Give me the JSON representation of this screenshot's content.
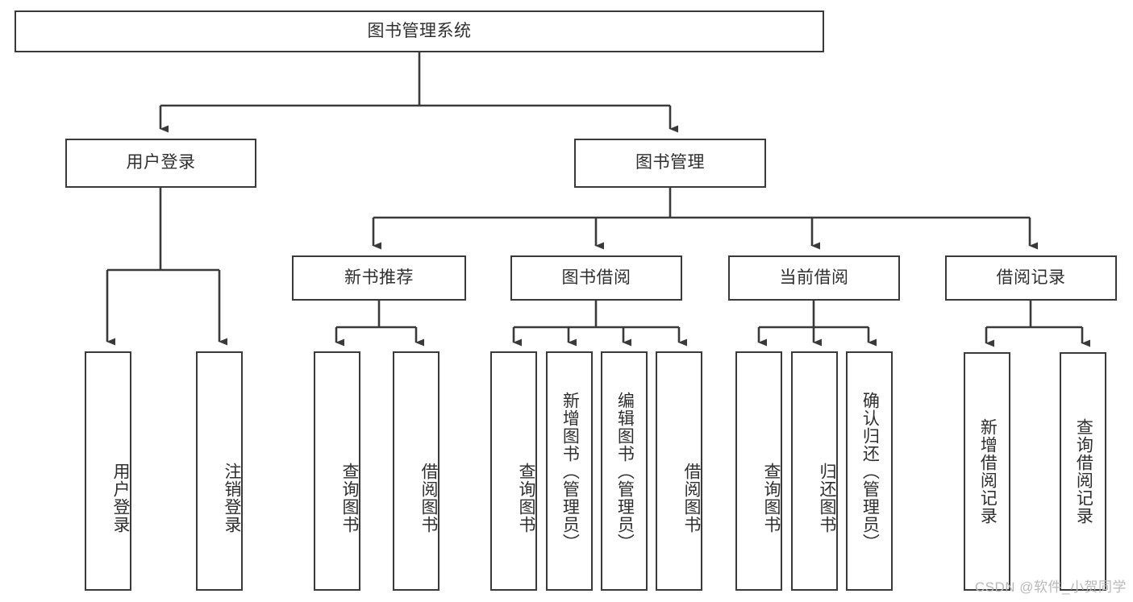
{
  "diagram": {
    "type": "tree-hierarchy-chart",
    "title_node": {
      "label": "图书管理系统"
    },
    "level2": [
      {
        "id": "user-login",
        "label": "用户登录"
      },
      {
        "id": "book-management",
        "label": "图书管理"
      }
    ],
    "level3": [
      {
        "id": "new-book-recommend",
        "label": "新书推荐",
        "parent": "book-management"
      },
      {
        "id": "book-borrow",
        "label": "图书借阅",
        "parent": "book-management"
      },
      {
        "id": "current-borrow",
        "label": "当前借阅",
        "parent": "book-management"
      },
      {
        "id": "borrow-record",
        "label": "借阅记录",
        "parent": "book-management"
      }
    ],
    "leaves": [
      {
        "id": "leaf-user-login",
        "label": "用户登录",
        "parent": "user-login"
      },
      {
        "id": "leaf-logout-login",
        "label": "注销登录",
        "parent": "user-login"
      },
      {
        "id": "leaf-query-book-1",
        "label": "查询图书",
        "parent": "new-book-recommend"
      },
      {
        "id": "leaf-borrow-book-1",
        "label": "借阅图书",
        "parent": "new-book-recommend"
      },
      {
        "id": "leaf-query-book-2",
        "label": "查询图书",
        "parent": "book-borrow"
      },
      {
        "id": "leaf-add-book",
        "label": "新增图书（管理员）",
        "parent": "book-borrow"
      },
      {
        "id": "leaf-edit-book",
        "label": "编辑图书（管理员）",
        "parent": "book-borrow"
      },
      {
        "id": "leaf-borrow-book-2",
        "label": "借阅图书",
        "parent": "book-borrow"
      },
      {
        "id": "leaf-query-book-3",
        "label": "查询图书",
        "parent": "current-borrow"
      },
      {
        "id": "leaf-return-book",
        "label": "归还图书",
        "parent": "current-borrow"
      },
      {
        "id": "leaf-confirm-return",
        "label": "确认归还（管理员）",
        "parent": "current-borrow"
      },
      {
        "id": "leaf-add-record",
        "label": "新增借阅记录",
        "parent": "borrow-record"
      },
      {
        "id": "leaf-query-record",
        "label": "查询借阅记录",
        "parent": "borrow-record"
      }
    ],
    "watermark": "CSDN @软件_小贺同学",
    "colors": {
      "stroke": "#3a3a3a",
      "text": "#2f2f2f",
      "background": "#ffffff",
      "watermark_text": "#b9b9b9"
    }
  }
}
